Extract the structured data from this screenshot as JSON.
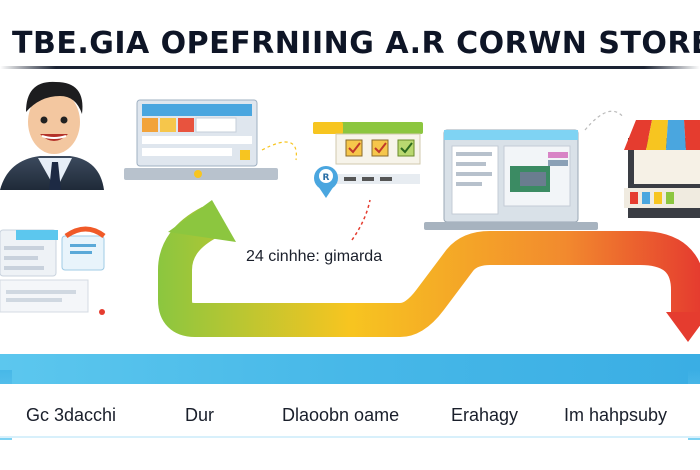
{
  "title": "TBE.GIA OPEFRNIING A.R CORWN STORE",
  "path_label": "24 cinhhe: gimarda",
  "steps": [
    "Gc 3dacchi",
    "Dur",
    "Dlaoobn oame",
    "Erahagy",
    "Im hahpsuby"
  ],
  "colors": {
    "title_text": "#0e1526",
    "arrow_green": "#8cc63f",
    "arrow_yellow": "#f7c520",
    "arrow_orange": "#f28a2e",
    "arrow_red": "#e53c2f",
    "band_blue": "#47b8e8"
  },
  "icons": [
    "businessman-avatar",
    "document-icon",
    "laptop-shop-icon",
    "checklist-icon",
    "map-pin-icon",
    "computer-monitor-icon",
    "storefront-icon"
  ]
}
